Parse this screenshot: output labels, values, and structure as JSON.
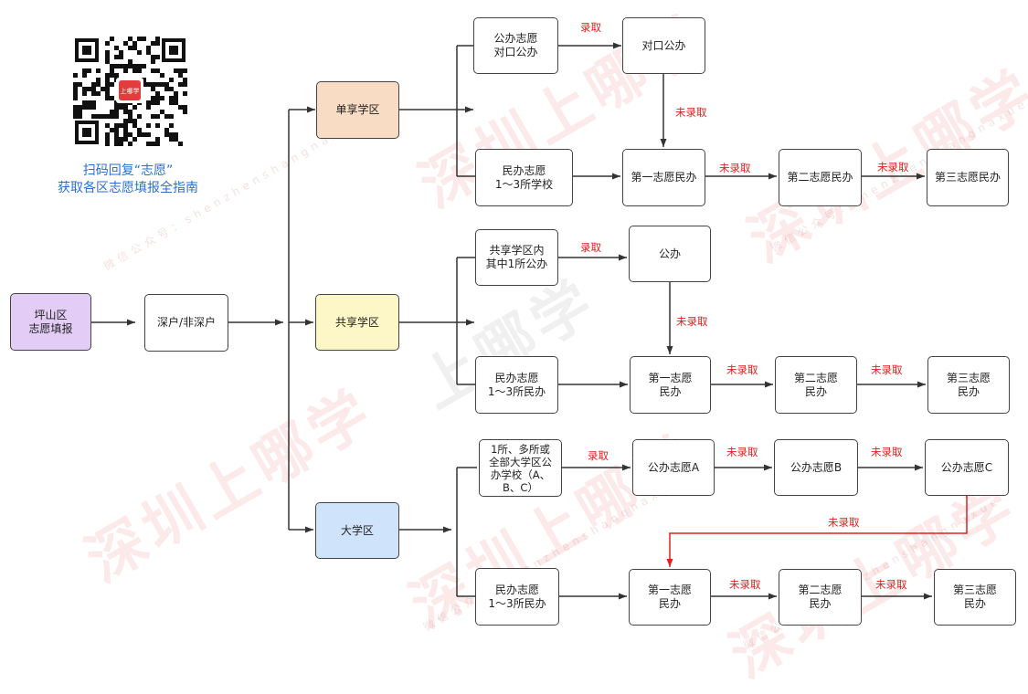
{
  "promo": {
    "line1": "扫码回复“志愿”",
    "line2": "获取各区志愿填报全指南",
    "qr_badge": "上哪学"
  },
  "watermark": {
    "brand": "深圳上哪学",
    "brand_short": "上哪学",
    "pinyin": "微信公众号：shenzhenshangnaxue"
  },
  "nodes": {
    "root": "坪山区\n志愿填报",
    "hukou": "深户/非深户",
    "exclusive": "单享学区",
    "shared": "共享学区",
    "large": "大学区",
    "ex_public": "公办志愿\n对口公办",
    "ex_public_result": "对口公办",
    "ex_private": "民办志愿\n1～3所学校",
    "ex_p1": "第一志愿民办",
    "ex_p2": "第二志愿民办",
    "ex_p3": "第三志愿民办",
    "sh_public": "共享学区内\n其中1所公办",
    "sh_public_result": "公办",
    "sh_private": "民办志愿\n1～3所民办",
    "sh_p1": "第一志愿\n民办",
    "sh_p2": "第二志愿\n民办",
    "sh_p3": "第三志愿\n民办",
    "lg_public": "1所、多所或\n全部大学区公\n办学校（A、\nB、C）",
    "lg_a": "公办志愿A",
    "lg_b": "公办志愿B",
    "lg_c": "公办志愿C",
    "lg_private": "民办志愿\n1～3所民办",
    "lg_p1": "第一志愿\n民办",
    "lg_p2": "第二志愿\n民办",
    "lg_p3": "第三志愿\n民办"
  },
  "labels": {
    "admitted": "录取",
    "not_admitted": "未录取"
  },
  "colors": {
    "root": "#e3cdf6",
    "exclusive": "#f9dcc4",
    "shared": "#fdf7c8",
    "large": "#cfe3fa",
    "label_red": "#e0201e",
    "promo_blue": "#2a6fd6"
  }
}
